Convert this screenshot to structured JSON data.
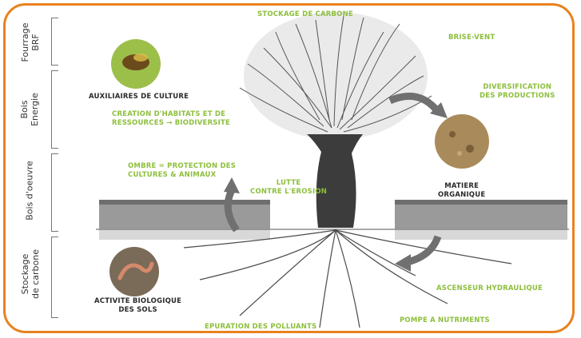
{
  "side_labels": [
    {
      "line1": "Fourrage",
      "line2": "BRF"
    },
    {
      "line1": "Bois",
      "line2": "Energie"
    },
    {
      "line1": "Bois d'oeuvre",
      "line2": ""
    },
    {
      "line1": "Stockage",
      "line2": "de carbone"
    }
  ],
  "labels": {
    "stockage_carbone": "STOCKAGE DE CARBONE",
    "brise_vent": "BRISE-VENT",
    "diversification_1": "DIVERSIFICATION",
    "diversification_2": "DES PRODUCTIONS",
    "auxiliaires": "AUXILIAIRES DE CULTURE",
    "creation_1": "CREATION D'HABITATS ET DE",
    "creation_2": "RESSOURCES → BIODIVERSITE",
    "ombre_1": "OMBRE = PROTECTION DES",
    "ombre_2": "CULTURES & ANIMAUX",
    "lutte_1": "LUTTE",
    "lutte_2": "CONTRE L'EROSION",
    "matiere_1": "MATIERE",
    "matiere_2": "ORGANIQUE",
    "ascenseur": "ASCENSEUR HYDRAULIQUE",
    "activite_1": "ACTIVITE BIOLOGIQUE",
    "activite_2": "DES SOLS",
    "epuration": "EPURATION DES POLLUANTS",
    "pompe": "POMPE A NUTRIMENTS"
  },
  "colors": {
    "frame": "#e8821e",
    "label_green": "#8dbf3c",
    "label_dark": "#2a2a2a",
    "arrow_grey": "#707070"
  }
}
